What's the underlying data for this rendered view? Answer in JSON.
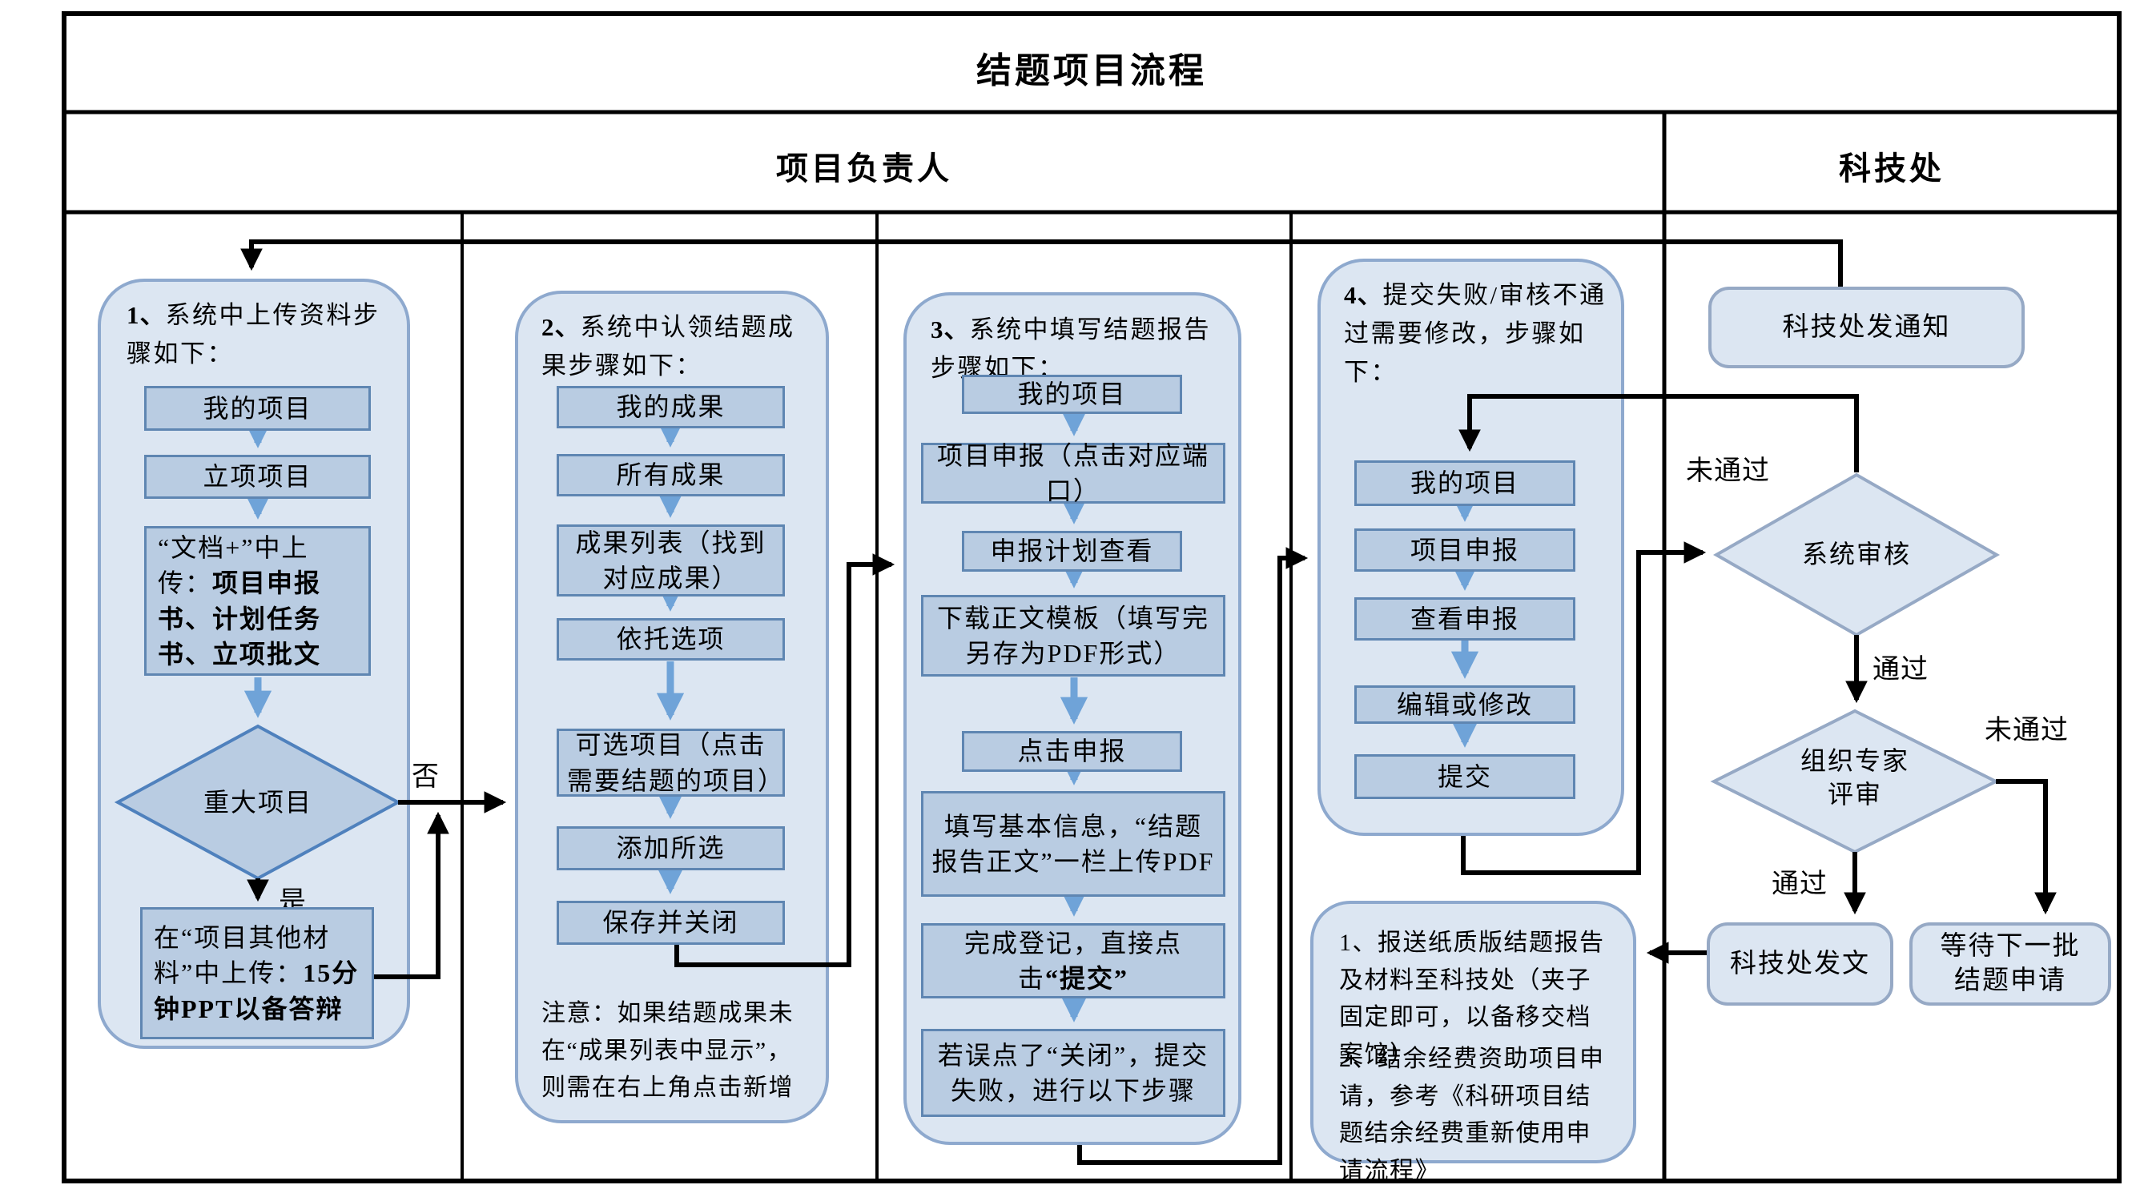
{
  "title": "结题项目流程",
  "lanes": {
    "left": "项目负责人",
    "right": "科技处"
  },
  "col1": {
    "heading_num": "1、",
    "heading": "系统中上传资料步骤如下：",
    "step1": "我的项目",
    "step2": "立项项目",
    "step3_pre": "“文档+”中上传：",
    "step3_bold": "项目申报书、计划任务书、立项批文",
    "diamond": "重大项目",
    "yes": "是",
    "no": "否",
    "final_pre": "在“项目其他材料”中上传：",
    "final_bold": "15分钟PPT以备答辩"
  },
  "col2": {
    "heading_num": "2、",
    "heading": "系统中认领结题成果步骤如下：",
    "steps": [
      "我的成果",
      "所有成果",
      "成果列表（找到对应成果）",
      "依托选项",
      "可选项目（点击需要结题的项目）",
      "添加所选",
      "保存并关闭"
    ],
    "note": "注意：如果结题成果未在“成果列表中显示”，则需在右上角点击新增"
  },
  "col3": {
    "heading_num": "3、",
    "heading": "系统中填写结题报告步骤如下：",
    "steps": [
      "我的项目",
      "项目申报（点击对应端口）",
      "申报计划查看",
      "下载正文模板（填写完另存为PDF形式）",
      "点击申报",
      "填写基本信息，“结题报告正文”一栏上传PDF"
    ],
    "submit_pre": "完成登记，直接点击",
    "submit_bold": "“提交”",
    "fail_step": "若误点了“关闭”，提交失败，进行以下步骤"
  },
  "col4": {
    "heading_num": "4、",
    "heading": "提交失败/审核不通过需要修改，步骤如下：",
    "steps": [
      "我的项目",
      "项目申报",
      "查看申报",
      "编辑或修改",
      "提交"
    ]
  },
  "notes": {
    "item1": "1、报送纸质版结题报告及材料至科技处（夹子固定即可，以备移交档案馆）",
    "item2": "2、结余经费资助项目申请，参考《科研项目结题结余经费重新使用申请流程》"
  },
  "right": {
    "notify": "科技处发通知",
    "sys_review": "系统审核",
    "expert_review": "组织专家评审",
    "pass": "通过",
    "no_pass": "未通过",
    "issue_doc": "科技处发文",
    "wait_next": "等待下一批结题申请"
  },
  "colors": {
    "container_fill": "#dce6f2",
    "container_border": "#8ea9ce",
    "box_fill": "#b9cce2",
    "box_border": "#5f86b2",
    "blue_arrow": "#6fa3d8",
    "connector": "#000000",
    "grid": "#000000"
  }
}
